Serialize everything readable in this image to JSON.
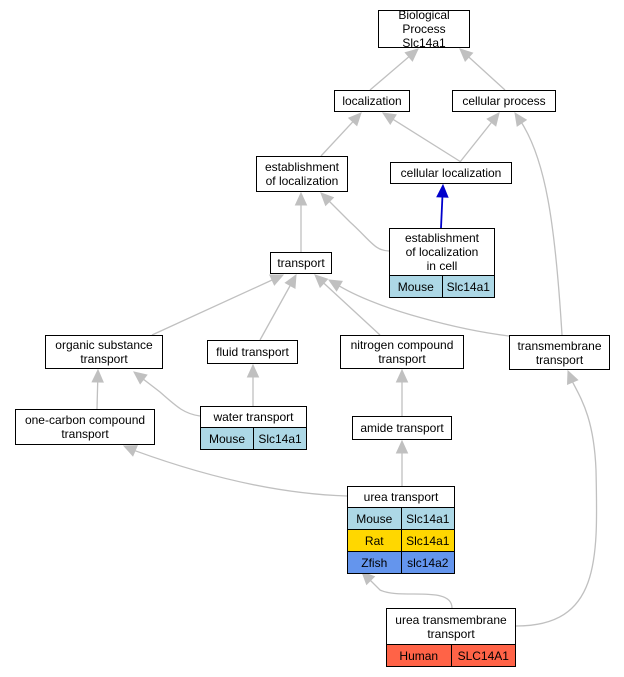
{
  "colors": {
    "edge": "#c0c0c0",
    "edge_highlight": "#0000cc",
    "Mouse": "#add8e6",
    "Rat": "#ffd700",
    "Zfish": "#6495ed",
    "Human": "#ff6347"
  },
  "nodes": {
    "bio": {
      "label": "Biological Process\nSlc14a1"
    },
    "loc": {
      "label": "localization"
    },
    "cellproc": {
      "label": "cellular process"
    },
    "estab": {
      "label": "establishment\nof localization"
    },
    "cellloc": {
      "label": "cellular localization"
    },
    "estabcell": {
      "label": "establishment\nof localization\nin cell",
      "rows": [
        [
          "Mouse",
          "Slc14a1"
        ]
      ]
    },
    "transport": {
      "label": "transport"
    },
    "organic": {
      "label": "organic substance\ntransport"
    },
    "fluid": {
      "label": "fluid transport"
    },
    "nitrogen": {
      "label": "nitrogen compound\ntransport"
    },
    "tm": {
      "label": "transmembrane\ntransport"
    },
    "onecarbon": {
      "label": "one-carbon compound\ntransport"
    },
    "water": {
      "label": "water transport",
      "rows": [
        [
          "Mouse",
          "Slc14a1"
        ]
      ]
    },
    "amide": {
      "label": "amide transport"
    },
    "urea": {
      "label": "urea transport",
      "rows": [
        [
          "Mouse",
          "Slc14a1"
        ],
        [
          "Rat",
          "Slc14a1"
        ],
        [
          "Zfish",
          "slc14a2"
        ]
      ]
    },
    "ureatm": {
      "label": "urea transmembrane\ntransport",
      "rows": [
        [
          "Human",
          "SLC14A1"
        ]
      ]
    }
  }
}
